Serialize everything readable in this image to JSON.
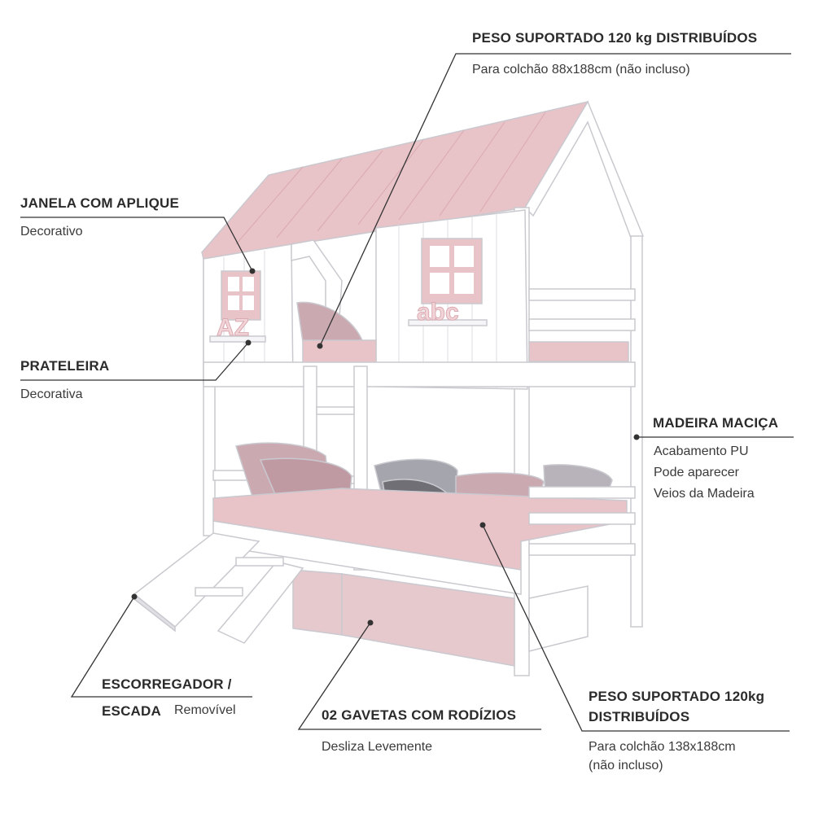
{
  "colors": {
    "pink": "#e8c3c8",
    "pink_dark": "#d9aab1",
    "white_wood": "#ffffff",
    "outline": "#c9c9cf",
    "leader_line": "#333333"
  },
  "decor_letters": {
    "left_window": "AZ",
    "right_window": "abc"
  },
  "callouts": {
    "top_bed": {
      "title": "PESO SUPORTADO 120 kg DISTRIBUÍDOS",
      "subtitle": "Para colchão 88x188cm (não incluso)"
    },
    "window": {
      "title": "JANELA COM APLIQUE",
      "subtitle": "Decorativo"
    },
    "shelf": {
      "title": "PRATELEIRA",
      "subtitle": "Decorativa"
    },
    "wood": {
      "title": "MADEIRA MACIÇA",
      "lines": [
        "Acabamento PU",
        "Pode aparecer",
        "Veios da Madeira"
      ]
    },
    "slide": {
      "title_line1": "ESCORREGADOR /",
      "title_line2": "ESCADA",
      "subtitle": "Removível"
    },
    "drawers": {
      "title": "02 GAVETAS COM RODÍZIOS",
      "subtitle": "Desliza Levemente"
    },
    "bottom_bed": {
      "title_line1": "PESO SUPORTADO 120kg",
      "title_line2": "DISTRIBUÍDOS",
      "subtitle_line1": "Para colchão 138x188cm",
      "subtitle_line2": "(não incluso)"
    }
  }
}
